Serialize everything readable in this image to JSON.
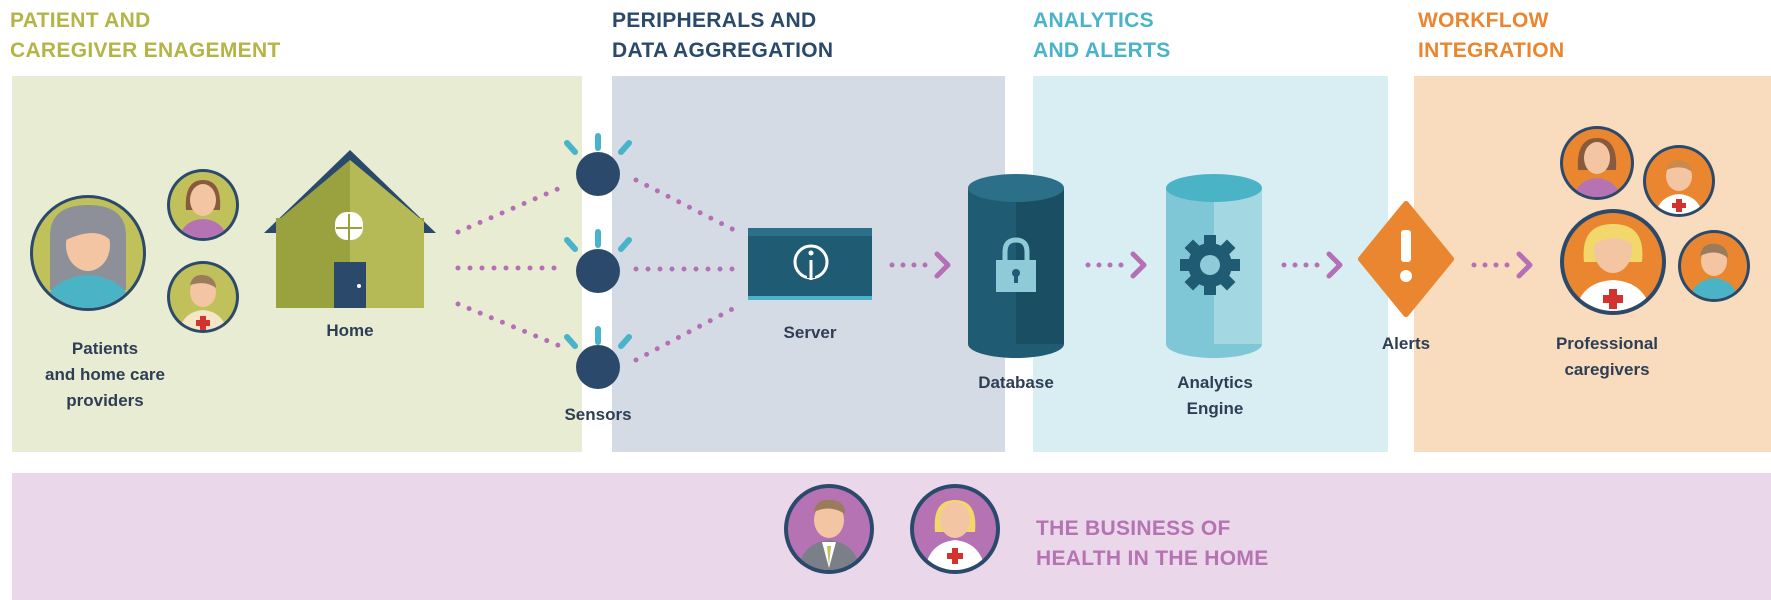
{
  "headings": {
    "engagement": "PATIENT AND\nCAREGIVER ENAGEMENT",
    "peripherals": "PERIPHERALS AND\nDATA AGGREGATION",
    "analytics": "ANALYTICS\nAND ALERTS",
    "workflow": "WORKFLOW\nINTEGRATION"
  },
  "labels": {
    "patients": "Patients\nand home care\nproviders",
    "home": "Home",
    "sensors": "Sensors",
    "server": "Server",
    "database": "Database",
    "analytics_engine": "Analytics\nEngine",
    "alerts": "Alerts",
    "professional": "Professional\ncaregivers"
  },
  "footer": {
    "business": "THE BUSINESS OF\nHEALTH IN THE HOME"
  },
  "icons": [
    "patient-avatar-icon",
    "provider-avatar-icon",
    "nurse-avatar-icon",
    "house-icon",
    "sensor-icon",
    "server-icon",
    "info-icon",
    "database-icon",
    "lock-icon",
    "analytics-engine-icon",
    "gear-icon",
    "alert-icon",
    "professional-avatar-icon",
    "doctor-avatar-icon",
    "arrow-right-icon"
  ],
  "colors": {
    "engagement": "#b4b447",
    "peripherals": "#2b4a6b",
    "analytics": "#49b3c9",
    "workflow": "#e9862f",
    "business": "#b673b3",
    "connector": "#b46fb5"
  }
}
